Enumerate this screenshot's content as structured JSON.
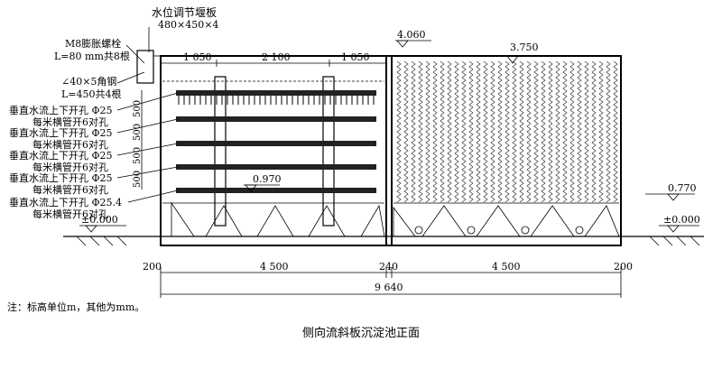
{
  "labels": {
    "weir_title": "水位调节堰板",
    "weir_size": "480×450×4",
    "bolt_1": "M8膨胀螺栓",
    "bolt_2": "L=80 mm共8根",
    "angle_1": "∠40×5角钢",
    "angle_2": "L=450共4根",
    "pipe_note_a1": "垂直水流上下开孔 Φ25",
    "pipe_note_a2": "每米横管开6对孔",
    "pipe_note_b1": "垂直水流上下开孔 Φ25",
    "pipe_note_b2": "每米横管开6对孔",
    "pipe_note_c1": "垂直水流上下开孔 Φ25",
    "pipe_note_c2": "每米横管开6对孔",
    "pipe_note_d1": "垂直水流上下开孔 Φ25",
    "pipe_note_d2": "每米横管开6对孔",
    "pipe_note_e1": "垂直水流上下开孔 Φ25.4",
    "pipe_note_e2": "每米横管开6对孔"
  },
  "elevations": {
    "top": "4.060",
    "water": "3.750",
    "pipe": "0.970",
    "ground": "0.770",
    "zero": "±0.000"
  },
  "dimensions": {
    "top_left": "1 050",
    "top_mid": "2 100",
    "top_right": "1 050",
    "vert_1": "500",
    "vert_2": "500",
    "vert_3": "500",
    "vert_4": "500",
    "bottom_left_edge": "200",
    "bottom_left_span": "4 500",
    "bottom_mid_wall": "240",
    "bottom_right_span": "4 500",
    "bottom_right_edge": "200",
    "total": "9 640"
  },
  "note": "注：标高单位m，其他为mm。",
  "caption": "侧向流斜板沉淀池正面"
}
